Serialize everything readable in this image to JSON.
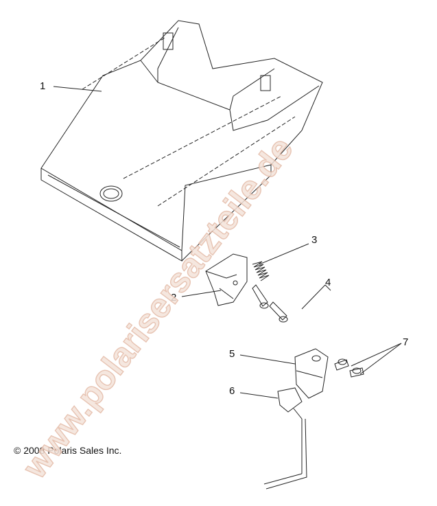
{
  "callouts": [
    "1",
    "2",
    "3",
    "4",
    "5",
    "6",
    "7"
  ],
  "copyright": "© 2008 Polaris Sales Inc.",
  "watermark": "www.polarisersatzteile.de",
  "colors": {
    "line": "#222222",
    "watermark": "#e9cbbb",
    "background": "#ffffff"
  }
}
